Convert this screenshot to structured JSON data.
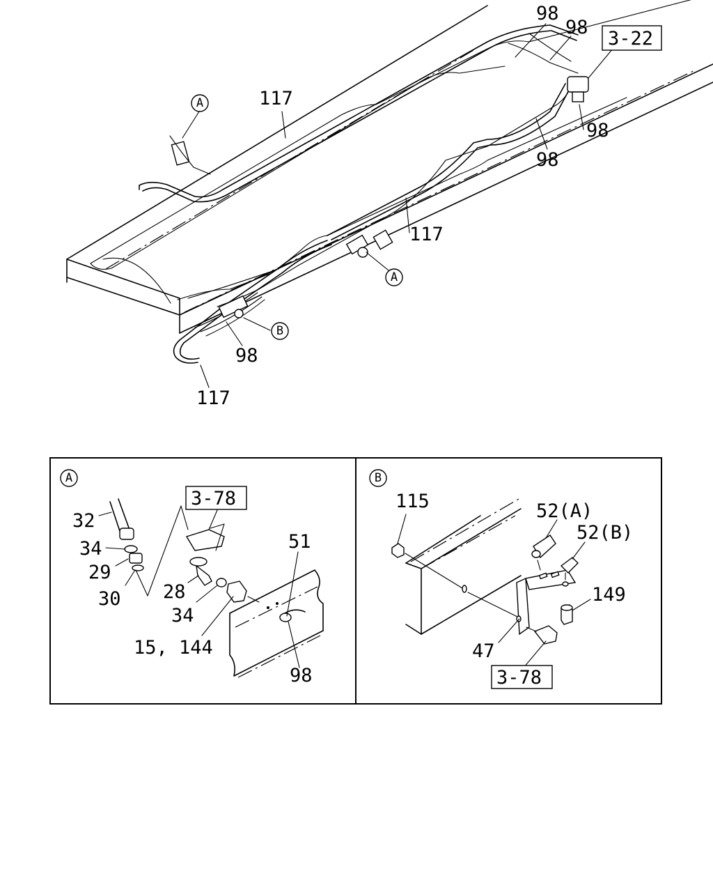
{
  "main": {
    "labels": {
      "p98_a": "98",
      "p98_b": "98",
      "ref_3_22": "3-22",
      "p117_a": "117",
      "p98_c": "98",
      "p98_d": "98",
      "p117_b": "117",
      "p98_e": "98",
      "p117_c": "117",
      "callout_a1": "A",
      "callout_a2": "A",
      "callout_b": "B"
    }
  },
  "detail_a": {
    "title": "A",
    "labels": {
      "ref_3_78": "3-78",
      "p32": "32",
      "p34_a": "34",
      "p29": "29",
      "p30": "30",
      "p28": "28",
      "p34_b": "34",
      "p15_144": "15, 144",
      "p51": "51",
      "p98": "98"
    }
  },
  "detail_b": {
    "title": "B",
    "labels": {
      "p115": "115",
      "p52a": "52(A)",
      "p52b": "52(B)",
      "p149": "149",
      "p47": "47",
      "ref_3_78": "3-78"
    }
  }
}
